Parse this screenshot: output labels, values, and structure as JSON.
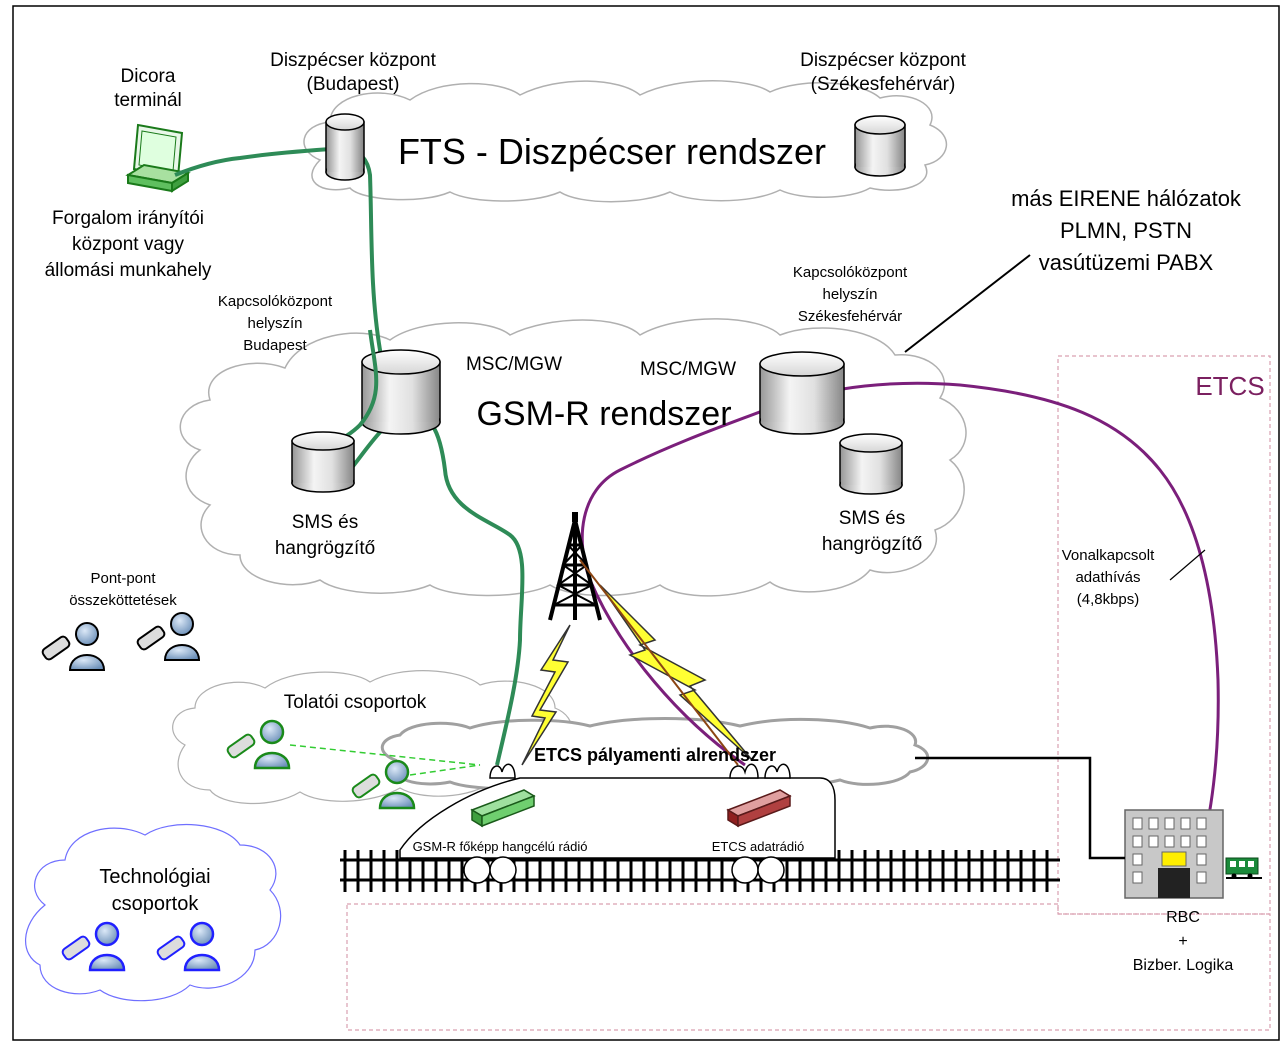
{
  "dispatch": {
    "center_budapest_line1": "Diszpécser központ",
    "center_budapest_line2": "(Budapest)",
    "center_szfv_line1": "Diszpécser központ",
    "center_szfv_line2": "(Székesfehérvár)",
    "system_title": "FTS - Diszpécser rendszer"
  },
  "terminal": {
    "title_line1": "Dicora",
    "title_line2": "terminál",
    "desc_line1": "Forgalom irányítói",
    "desc_line2": "központ vagy",
    "desc_line3": "állomási munkahely"
  },
  "external": {
    "line1": "más EIRENE hálózatok",
    "line2": "PLMN, PSTN",
    "line3": "vasútüzemi PABX"
  },
  "switch_bp": {
    "line1": "Kapcsolóközpont",
    "line2": "helyszín",
    "line3": "Budapest"
  },
  "switch_szfv": {
    "line1": "Kapcsolóközpont",
    "line2": "helyszín",
    "line3": "Székesfehérvár"
  },
  "gsmr": {
    "system_title": "GSM-R rendszer",
    "msc_left": "MSC/MGW",
    "msc_right": "MSC/MGW",
    "sms_left_line1": "SMS és",
    "sms_left_line2": "hangrögzítő",
    "sms_right_line1": "SMS és",
    "sms_right_line2": "hangrögzítő"
  },
  "etcs": {
    "title": "ETCS",
    "data_call_line1": "Vonalkapcsolt",
    "data_call_line2": "adathívás",
    "data_call_line3": "(4,8kbps)",
    "trackside_subsystem": "ETCS pályamenti alrendszer",
    "rbc_line1": "RBC",
    "rbc_line2": "+",
    "rbc_line3": "Bizber. Logika"
  },
  "groups": {
    "point_to_point_line1": "Pont-pont",
    "point_to_point_line2": "összeköttetések",
    "shunting": "Tolatói csoportok",
    "tech_line1": "Technológiai",
    "tech_line2": "csoportok"
  },
  "train": {
    "voice_radio": "GSM-R főképp hangcélú rádió",
    "etcs_radio": "ETCS adatrádió"
  },
  "colors": {
    "voice_link": "#2e8b57",
    "data_link": "#7b1f7b",
    "etcs_frame": "#d9a0b0",
    "etcs_title": "#7b2060",
    "tech_cloud": "#6f6fff",
    "shunting_link": "#33cc33"
  }
}
